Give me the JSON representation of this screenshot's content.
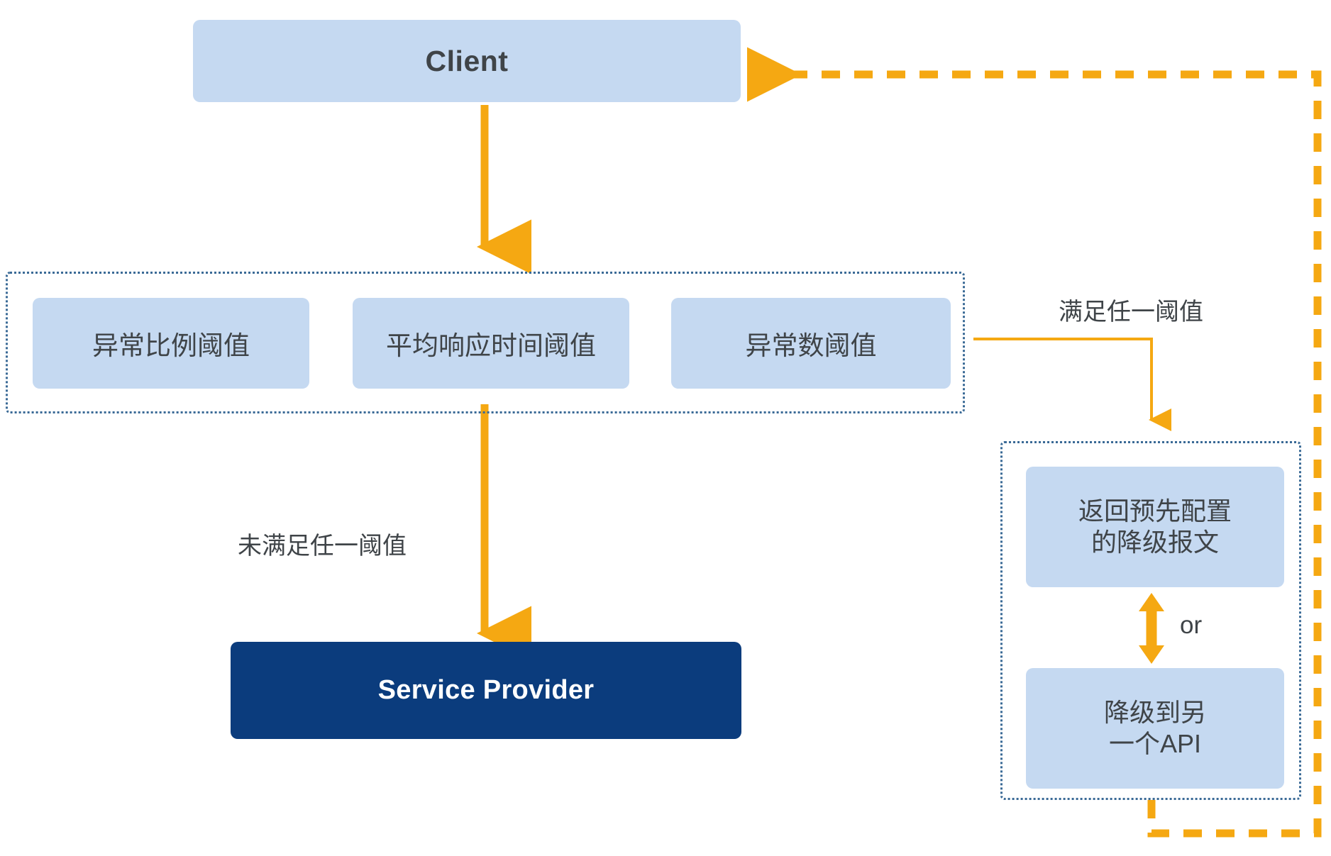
{
  "diagram": {
    "title": "service-degradation-flow",
    "colors": {
      "node_fill_light": "#c5d9f1",
      "node_fill_dark": "#0b3c7d",
      "arrow_orange": "#f5a812",
      "dotted_border": "#3a6a96",
      "text_dark": "#3f4448",
      "text_light": "#ffffff"
    },
    "nodes": {
      "client": "Client",
      "service_provider": "Service Provider",
      "thresholds": [
        "异常比例阈值",
        "平均响应时间阈值",
        "异常数阈值"
      ],
      "degrade_options": [
        "返回预先配置\n的降级报文",
        "降级到另\n一个API"
      ]
    },
    "edge_labels": {
      "unmet": "未满足任一阈值",
      "met": "满足任一阈值",
      "or": "or"
    }
  }
}
